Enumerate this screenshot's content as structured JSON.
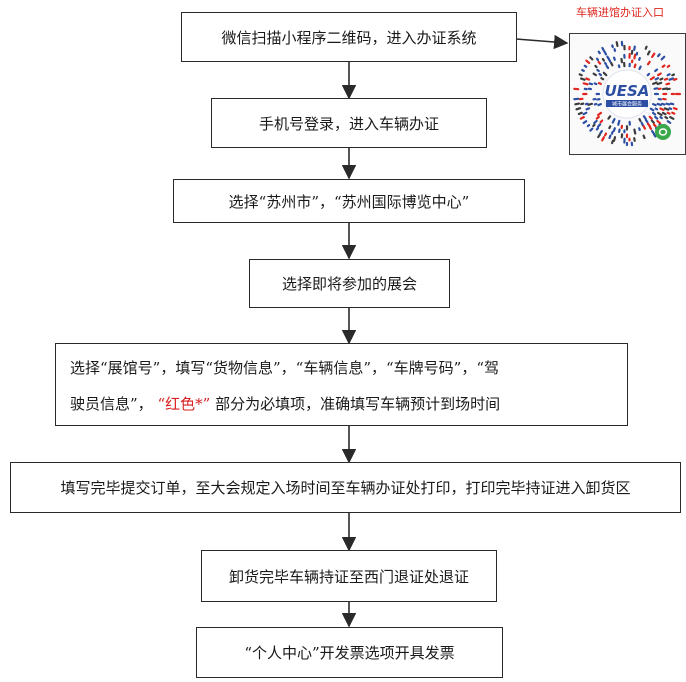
{
  "steps": [
    {
      "text": "微信扫描小程序二维码，进入办证系统"
    },
    {
      "text": "手机号登录，进入车辆办证"
    },
    {
      "text": "选择“苏州市”，“苏州国际博览中心”"
    },
    {
      "text": "选择即将参加的展会"
    },
    {
      "line1": "选择“展馆号”，填写“货物信息”，“车辆信息”，“车牌号码”，“驾",
      "line2_pre": "驶员信息”，",
      "line2_red": "“红色*”",
      "line2_post": "部分为必填项，准确填写车辆预计到场时间"
    },
    {
      "text": "填写完毕提交订单，至大会规定入场时间至车辆办证处打印，打印完毕持证进入卸货区"
    },
    {
      "text": "卸货完毕车辆持证至西门退证处退证"
    },
    {
      "text": "“个人中心”开发票选项开具发票"
    }
  ],
  "qr": {
    "caption": "车辆进馆办证入口",
    "logo_text": "UESA",
    "logo_subtext": "城市展会服务",
    "colors": {
      "blue": "#2d4fa3",
      "green": "#3aa84a",
      "red": "#e0261e"
    }
  }
}
